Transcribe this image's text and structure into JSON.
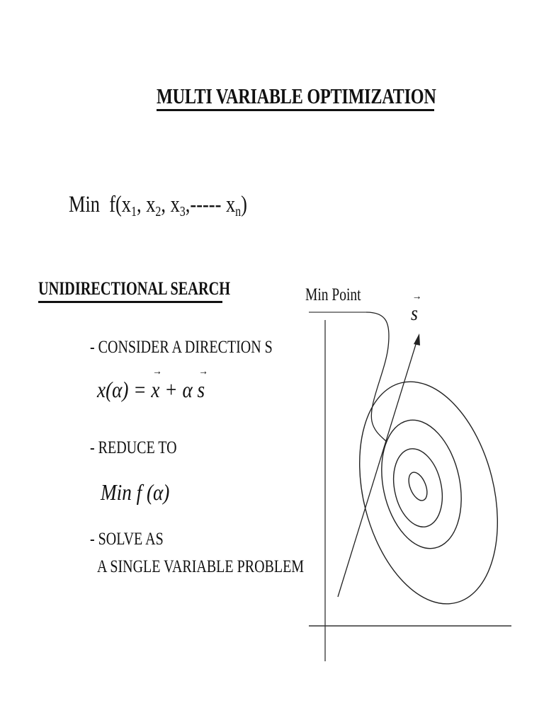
{
  "slide": {
    "title": "MULTI VARIABLE OPTIMIZATION",
    "objective": {
      "prefix": "Min",
      "function": "f(x",
      "sub1": "1",
      "sep1": ", x",
      "sub2": "2",
      "sep2": ", x",
      "sub3": "3",
      "sep3": ",----- x",
      "subn": "n",
      "close": ")"
    },
    "section_heading": "UNIDIRECTIONAL SEARCH",
    "bullets": [
      {
        "text": "- CONSIDER A DIRECTION  S"
      },
      {
        "text": "- REDUCE TO"
      },
      {
        "text": "- SOLVE AS"
      },
      {
        "text": "A SINGLE VARIABLE PROBLEM"
      }
    ],
    "equations": {
      "line_search": {
        "lhs": "x(α) = ",
        "x_vec": "x",
        "plus": " + α ",
        "s_vec": "s"
      },
      "reduced": "Min  f (α)"
    },
    "diagram": {
      "min_point_label": "Min Point",
      "direction_label": "s",
      "stroke_color": "#222222",
      "leader_color": "#888888"
    }
  }
}
